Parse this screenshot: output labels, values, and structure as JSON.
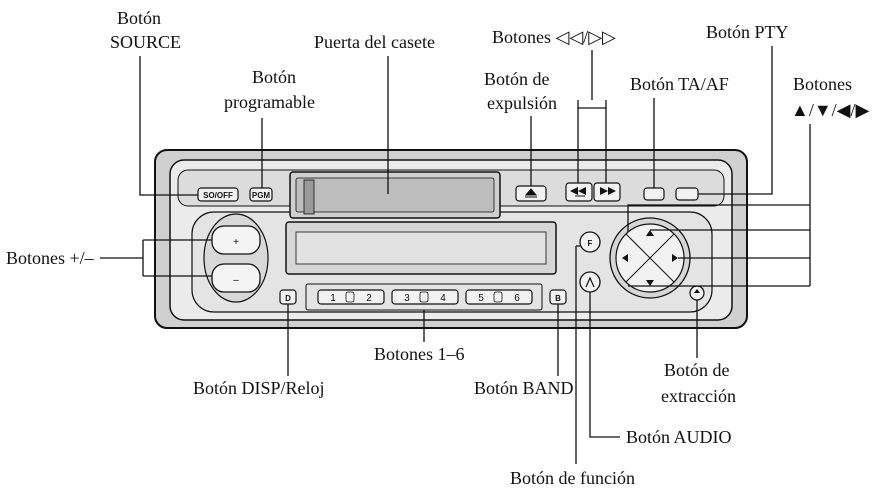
{
  "labels": {
    "source_l1": "Botón",
    "source_l2": "SOURCE",
    "prog_l1": "Botón",
    "prog_l2": "programable",
    "cassette_door": "Puerta del casete",
    "seek_buttons": "Botones ◁◁/▷▷",
    "eject_l1": "Botón de",
    "eject_l2": "expulsión",
    "ta_af": "Botón TA/AF",
    "pty": "Botón PTY",
    "arrows_l1": "Botones",
    "arrows_l2": "▲/▼/◀/▶",
    "plus_minus": "Botones +/–",
    "presets": "Botones 1–6",
    "disp_clock": "Botón DISP/Reloj",
    "band": "Botón BAND",
    "release_l1": "Botón de",
    "release_l2": "extracción",
    "audio": "Botón AUDIO",
    "function": "Botón de función"
  },
  "device": {
    "source_btn": "SO/OFF",
    "pgm_btn": "PGM",
    "f_btn": "F",
    "disp_btn": "D",
    "band_btn": "B",
    "presets": [
      "1",
      "2",
      "3",
      "4",
      "5",
      "6"
    ]
  },
  "colors": {
    "faceplate": "#e9e9e9",
    "panel": "#c9c9c9",
    "outline": "#111111"
  }
}
